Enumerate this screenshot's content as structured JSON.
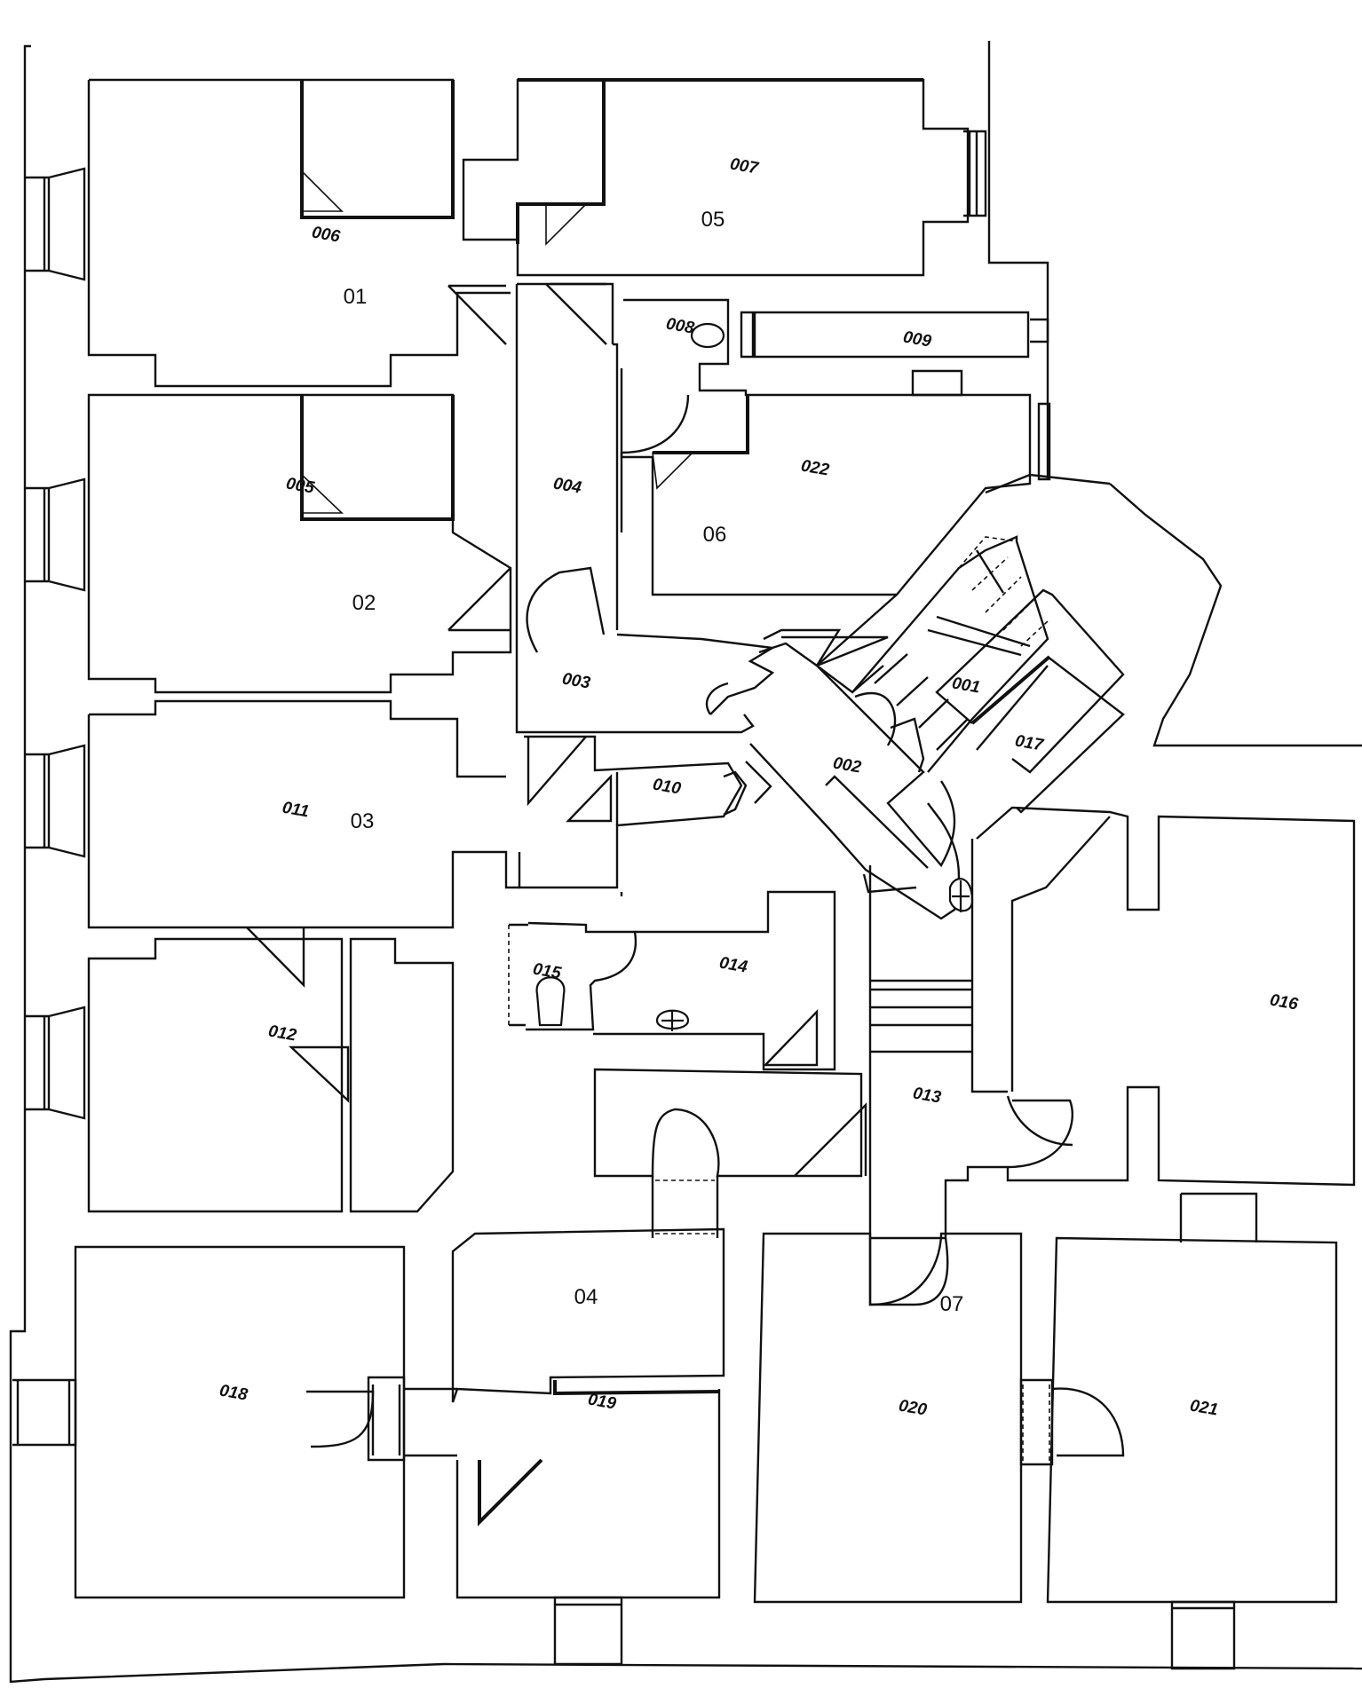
{
  "plan": {
    "units": [
      "01",
      "02",
      "03",
      "04",
      "05",
      "06",
      "07"
    ],
    "rooms": [
      "001",
      "002",
      "003",
      "004",
      "005",
      "006",
      "007",
      "008",
      "009",
      "010",
      "011",
      "012",
      "013",
      "014",
      "015",
      "016",
      "017",
      "018",
      "019",
      "020",
      "021",
      "022"
    ]
  }
}
